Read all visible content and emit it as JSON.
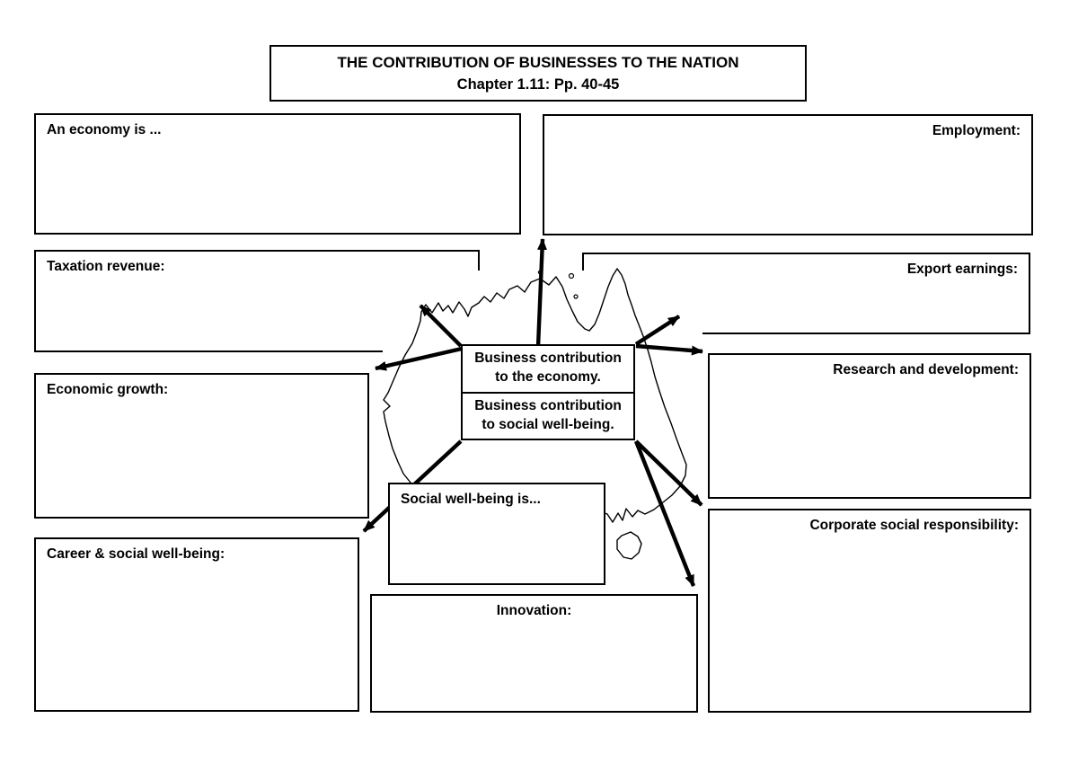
{
  "title": {
    "line1": "THE CONTRIBUTION OF BUSINESSES TO THE NATION",
    "line2": "Chapter 1.11: Pp. 40-45"
  },
  "central": {
    "economy_label": "Business contribution to the economy.",
    "social_label": "Business contribution to social well-being."
  },
  "boxes": {
    "economy": {
      "label": "An economy is ..."
    },
    "employment": {
      "label": "Employment:"
    },
    "taxation": {
      "label": "Taxation revenue:"
    },
    "export": {
      "label": "Export earnings:"
    },
    "economic_growth": {
      "label": "Economic growth:"
    },
    "research": {
      "label": "Research and development:"
    },
    "career": {
      "label": "Career & social well-being:"
    },
    "csr": {
      "label": "Corporate social responsibility:"
    },
    "social": {
      "label": "Social well-being is..."
    },
    "innovation": {
      "label": "Innovation:"
    }
  },
  "map": {
    "name": "australia-outline"
  },
  "colors": {
    "line": "#000000",
    "background": "#ffffff"
  }
}
